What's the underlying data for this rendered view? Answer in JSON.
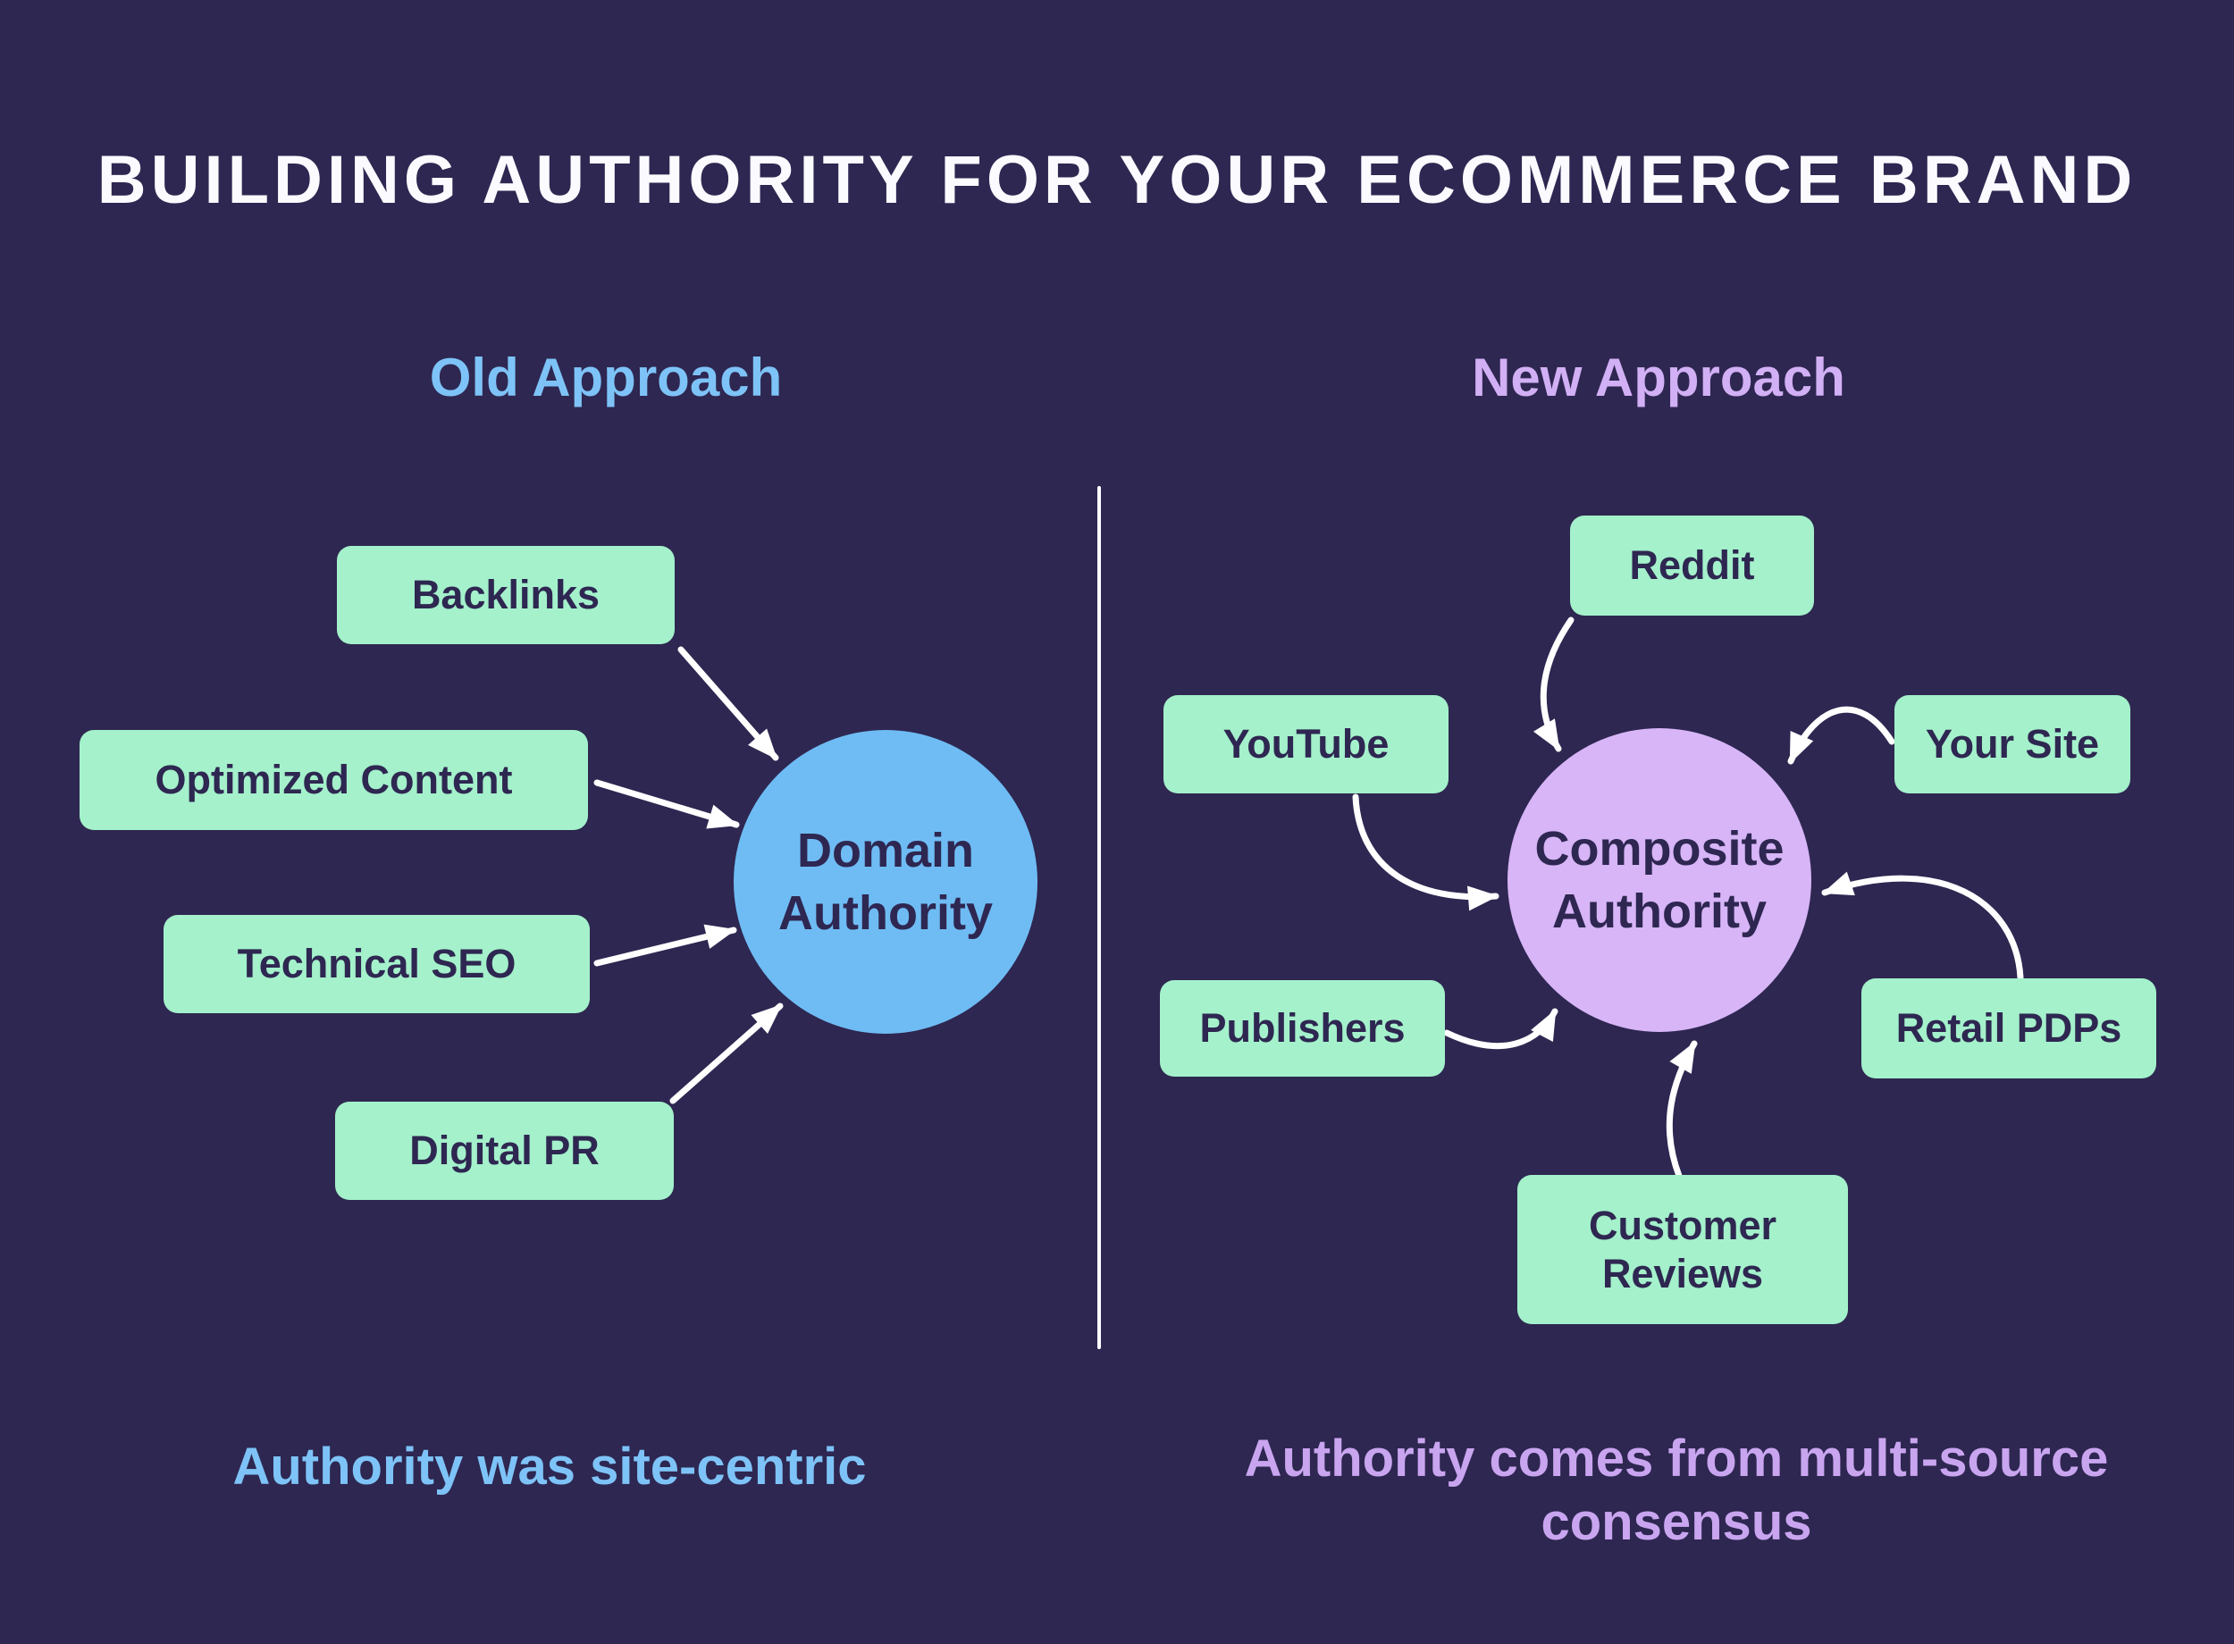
{
  "title": "BUILDING AUTHORITY FOR YOUR ECOMMERCE BRAND",
  "colors": {
    "background": "#2E2751",
    "source_box": "#A4F1CB",
    "old_hub": "#6FBCF4",
    "new_hub": "#D7B5F7",
    "old_text": "#7EC3F7",
    "new_text": "#D2B0F5",
    "dark_text": "#2E2751",
    "connector": "#FFFFFF"
  },
  "old_approach": {
    "heading": "Old Approach",
    "sources": [
      "Backlinks",
      "Optimized Content",
      "Technical SEO",
      "Digital PR"
    ],
    "hub": "Domain Authority",
    "caption": "Authority was site-centric"
  },
  "new_approach": {
    "heading": "New Approach",
    "sources": [
      "Reddit",
      "YouTube",
      "Your Site",
      "Publishers",
      "Retail PDPs",
      "Customer Reviews"
    ],
    "hub": "Composite Authority",
    "caption": "Authority comes from multi-source consensus"
  }
}
